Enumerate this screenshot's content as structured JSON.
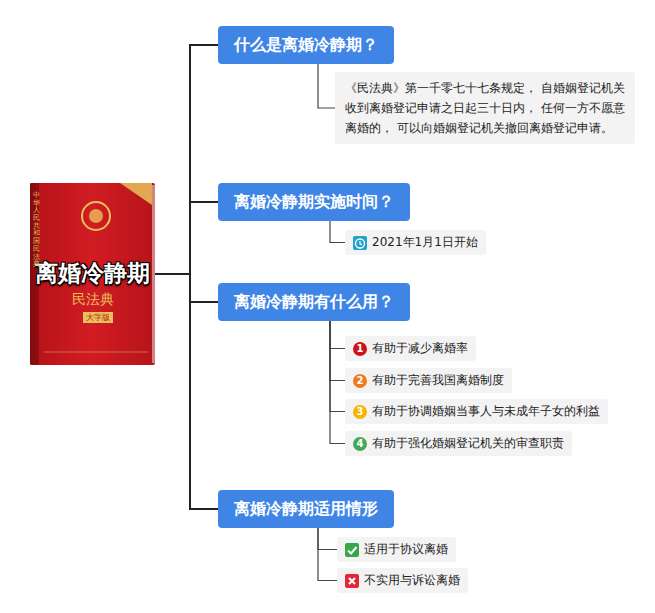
{
  "diagram": {
    "nodes": [
      {
        "text": [
          "离婚冷静期"
        ]
      },
      {
        "text": [
          "什么是离婚冷静期？"
        ]
      },
      {
        "text": [
          "《民法典》第一千零七十七条规定， 自婚姻登记机关收到离婚登记申请之日起三十日内， 任何一方不愿意离婚的， 可以向婚姻登记机关撤回离婚登记申请。"
        ]
      },
      {
        "text": [
          "离婚冷静期实施时间？"
        ]
      },
      {
        "text": [
          "2021年1月1日开始"
        ]
      },
      {
        "text": [
          "离婚冷静期有什么用？"
        ]
      },
      {
        "text": [
          "1",
          "有助于减少离婚率"
        ]
      },
      {
        "text": [
          "2",
          "有助于完善我国离婚制度"
        ]
      },
      {
        "text": [
          "3",
          "有助于协调婚姻当事人与未成年子女的利益"
        ]
      },
      {
        "text": [
          "4",
          "有助于强化婚姻登记机关的审查职责"
        ]
      },
      {
        "text": [
          "离婚冷静期适用情形"
        ]
      },
      {
        "text": [
          "适用于协议离婚"
        ]
      },
      {
        "text": [
          "不实用与诉讼离婚"
        ]
      }
    ],
    "edges": [
      {
        "from": 0,
        "to": 1,
        "arrow": "none"
      },
      {
        "from": 0,
        "to": 3,
        "arrow": "none"
      },
      {
        "from": 0,
        "to": 5,
        "arrow": "none"
      },
      {
        "from": 0,
        "to": 10,
        "arrow": "none"
      },
      {
        "from": 1,
        "to": 2,
        "arrow": "none"
      },
      {
        "from": 3,
        "to": 4,
        "arrow": "none"
      },
      {
        "from": 5,
        "to": 6,
        "arrow": "none"
      },
      {
        "from": 5,
        "to": 7,
        "arrow": "none"
      },
      {
        "from": 5,
        "to": 8,
        "arrow": "none"
      },
      {
        "from": 5,
        "to": 9,
        "arrow": "none"
      },
      {
        "from": 10,
        "to": 11,
        "arrow": "none"
      },
      {
        "from": 10,
        "to": 12,
        "arrow": "none"
      }
    ],
    "labels": [
      "中华人民共和国民法典",
      "民法典",
      "大字版"
    ]
  }
}
